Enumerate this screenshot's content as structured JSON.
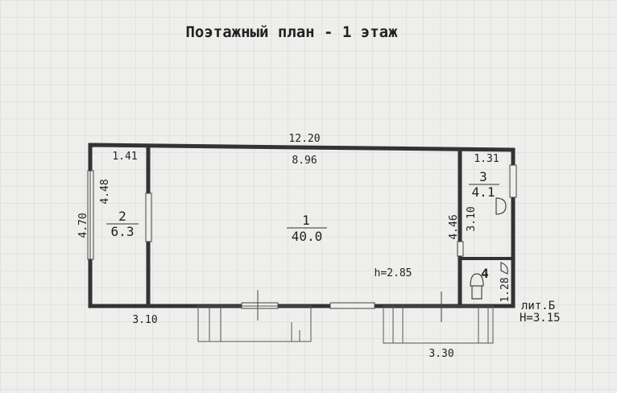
{
  "title": "Поэтажный план - 1 этаж",
  "dimensions": {
    "overall_width": "12.20",
    "room1_width": "8.96",
    "room2_width": "1.41",
    "room3_width": "1.31",
    "overall_height": "4.70",
    "room2_height": "4.48",
    "room1_height": "4.46",
    "room3_height": "3.10",
    "room4_height": "1.28",
    "porch_left": "3.10",
    "porch_right": "3.30"
  },
  "rooms": [
    {
      "number": "1",
      "area": "40.0"
    },
    {
      "number": "2",
      "area": "6.3"
    },
    {
      "number": "3",
      "area": "4.1"
    },
    {
      "number": "4"
    }
  ],
  "ceiling_height": "h=2.85",
  "liter": "лит.Б",
  "building_height": "Н=3.15"
}
